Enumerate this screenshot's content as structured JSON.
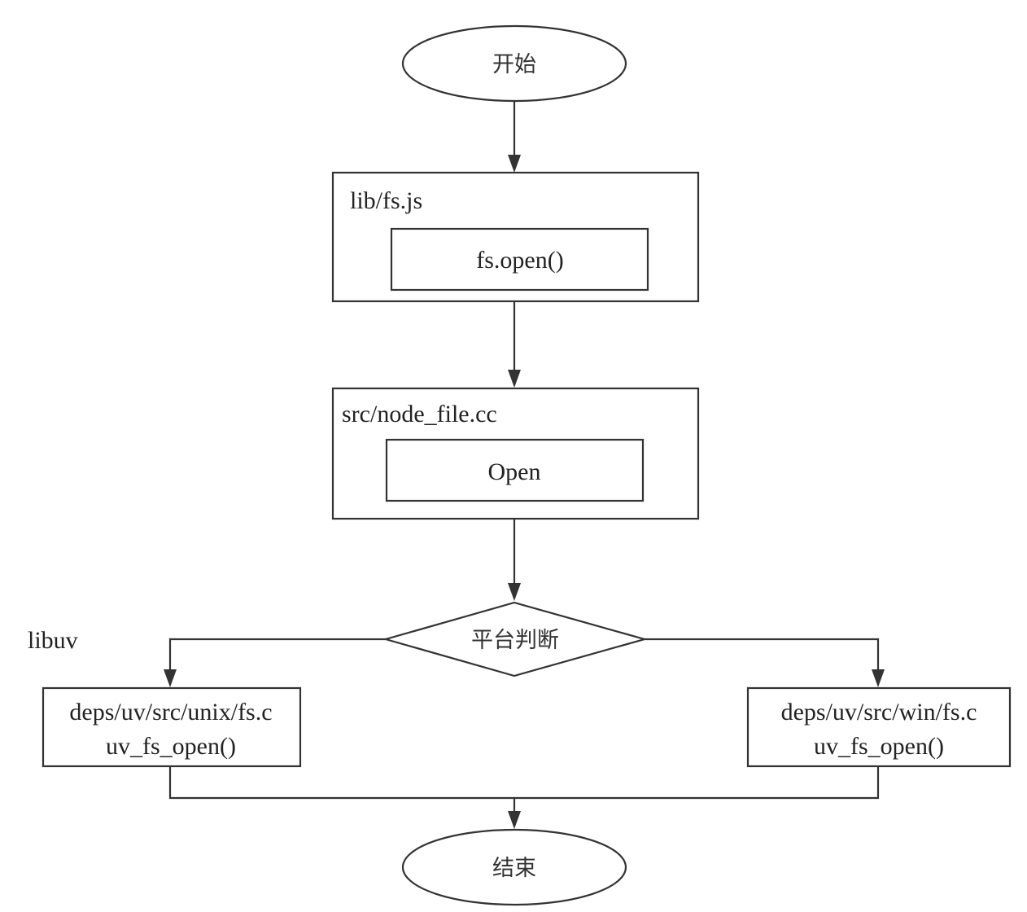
{
  "nodes": {
    "start": {
      "label": "开始"
    },
    "lib_fs": {
      "group_label": "lib/fs.js",
      "inner_label": "fs.open()"
    },
    "node_file": {
      "group_label": "src/node_file.cc",
      "inner_label": "Open"
    },
    "decision": {
      "label": "平台判断"
    },
    "libuv_label": "libuv",
    "unix": {
      "line1": "deps/uv/src/unix/fs.c",
      "line2": "uv_fs_open()"
    },
    "win": {
      "line1": "deps/uv/src/win/fs.c",
      "line2": "uv_fs_open()"
    },
    "end": {
      "label": "结束"
    }
  },
  "colors": {
    "stroke": "#333333",
    "text": "#222222",
    "background": "#ffffff"
  }
}
